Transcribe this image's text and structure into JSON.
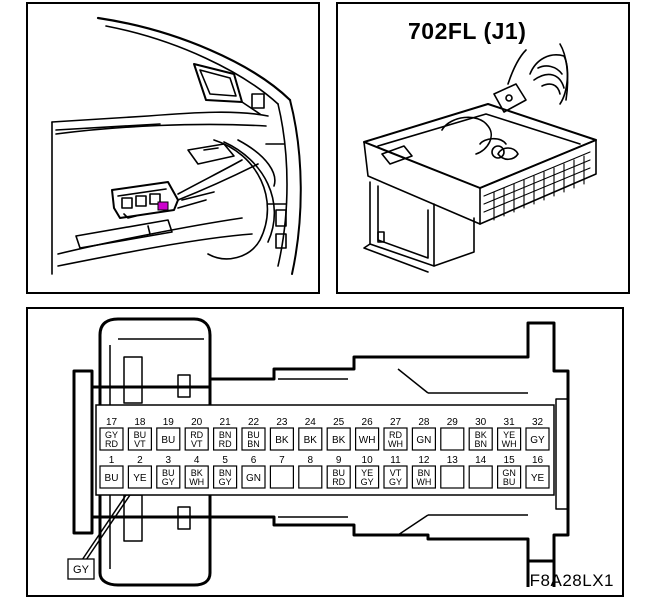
{
  "connector": {
    "title": "702FL (J1)",
    "figure_code": "F8A28LX1",
    "highlight_color": "#cc00cc"
  },
  "pins_top": [
    {
      "num": "17",
      "color": [
        "GY",
        "RD"
      ]
    },
    {
      "num": "18",
      "color": [
        "BU",
        "VT"
      ]
    },
    {
      "num": "19",
      "color": [
        "BU"
      ]
    },
    {
      "num": "20",
      "color": [
        "RD",
        "VT"
      ]
    },
    {
      "num": "21",
      "color": [
        "BN",
        "RD"
      ]
    },
    {
      "num": "22",
      "color": [
        "BU",
        "BN"
      ]
    },
    {
      "num": "23",
      "color": [
        "BK"
      ]
    },
    {
      "num": "24",
      "color": [
        "BK"
      ]
    },
    {
      "num": "25",
      "color": [
        "BK"
      ]
    },
    {
      "num": "26",
      "color": [
        "WH"
      ]
    },
    {
      "num": "27",
      "color": [
        "RD",
        "WH"
      ]
    },
    {
      "num": "28",
      "color": [
        "GN"
      ]
    },
    {
      "num": "29",
      "color": []
    },
    {
      "num": "30",
      "color": [
        "BK",
        "BN"
      ]
    },
    {
      "num": "31",
      "color": [
        "YE",
        "WH"
      ]
    },
    {
      "num": "32",
      "color": [
        "GY"
      ]
    }
  ],
  "pins_bottom": [
    {
      "num": "1",
      "color": [
        "BU"
      ]
    },
    {
      "num": "2",
      "color": [
        "YE"
      ]
    },
    {
      "num": "3",
      "color": [
        "BU",
        "GY"
      ]
    },
    {
      "num": "4",
      "color": [
        "BK",
        "WH"
      ]
    },
    {
      "num": "5",
      "color": [
        "BN",
        "GY"
      ]
    },
    {
      "num": "6",
      "color": [
        "GN"
      ]
    },
    {
      "num": "7",
      "color": []
    },
    {
      "num": "8",
      "color": []
    },
    {
      "num": "9",
      "color": [
        "BU",
        "RD"
      ]
    },
    {
      "num": "10",
      "color": [
        "YE",
        "GY"
      ]
    },
    {
      "num": "11",
      "color": [
        "VT",
        "GY"
      ]
    },
    {
      "num": "12",
      "color": [
        "BN",
        "WH"
      ]
    },
    {
      "num": "13",
      "color": []
    },
    {
      "num": "14",
      "color": []
    },
    {
      "num": "15",
      "color": [
        "GN",
        "BU"
      ]
    },
    {
      "num": "16",
      "color": [
        "YE"
      ]
    }
  ],
  "housing_label": "GY"
}
